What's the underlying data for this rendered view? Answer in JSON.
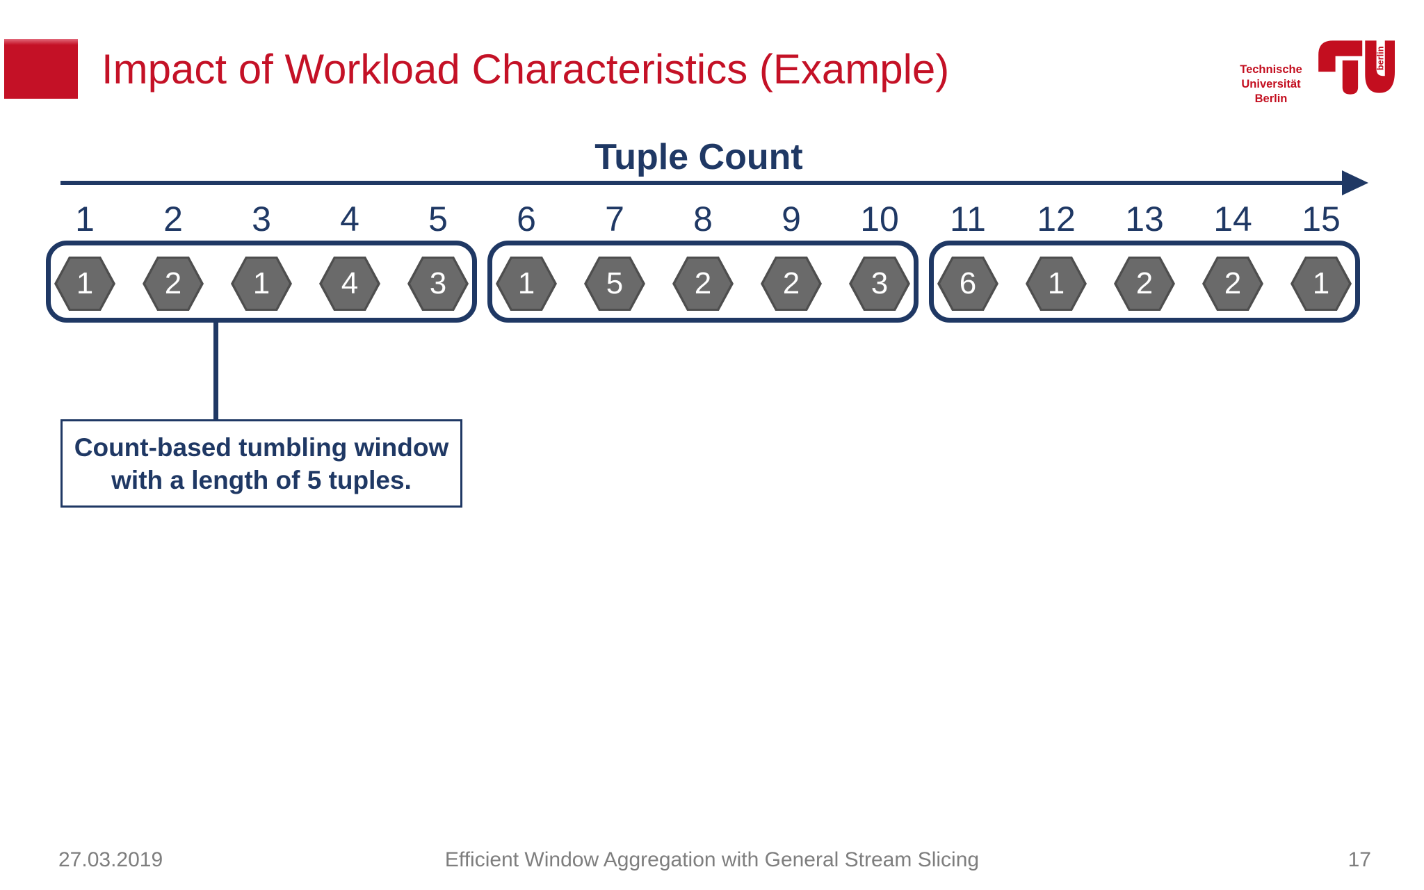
{
  "colors": {
    "red": "#C41126",
    "logo_red": "#C30E1F",
    "navy": "#1F3864",
    "hex_fill": "#6A6A6A",
    "hex_border": "#4E4E4E",
    "footer_gray": "#7E7E7E"
  },
  "header": {
    "title": "Impact of Workload Characteristics (Example)"
  },
  "logo": {
    "lines": [
      "Technische",
      "Universität",
      "Berlin"
    ],
    "mark_sub": "berlin"
  },
  "timeline": {
    "title": "Tuple Count",
    "ticks": [
      "1",
      "2",
      "3",
      "4",
      "5",
      "6",
      "7",
      "8",
      "9",
      "10",
      "11",
      "12",
      "13",
      "14",
      "15"
    ],
    "groups": [
      {
        "values": [
          "1",
          "2",
          "1",
          "4",
          "3"
        ]
      },
      {
        "values": [
          "1",
          "5",
          "2",
          "2",
          "3"
        ]
      },
      {
        "values": [
          "6",
          "1",
          "2",
          "2",
          "1"
        ]
      }
    ]
  },
  "callout": {
    "line1": "Count-based tumbling window",
    "line2": "with a length of 5 tuples."
  },
  "footer": {
    "date": "27.03.2019",
    "center": "Efficient Window Aggregation with General Stream Slicing",
    "page": "17"
  }
}
